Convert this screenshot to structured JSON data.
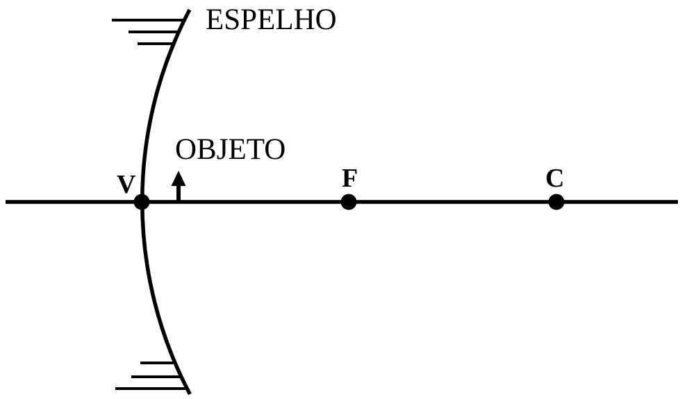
{
  "diagram": {
    "mirror_label": "ESPELHO",
    "object_label": "OBJETO",
    "point_labels": {
      "vertex": "V",
      "focus": "F",
      "center": "C"
    },
    "colors": {
      "ink": "#000000",
      "background": "#ffffff"
    }
  }
}
